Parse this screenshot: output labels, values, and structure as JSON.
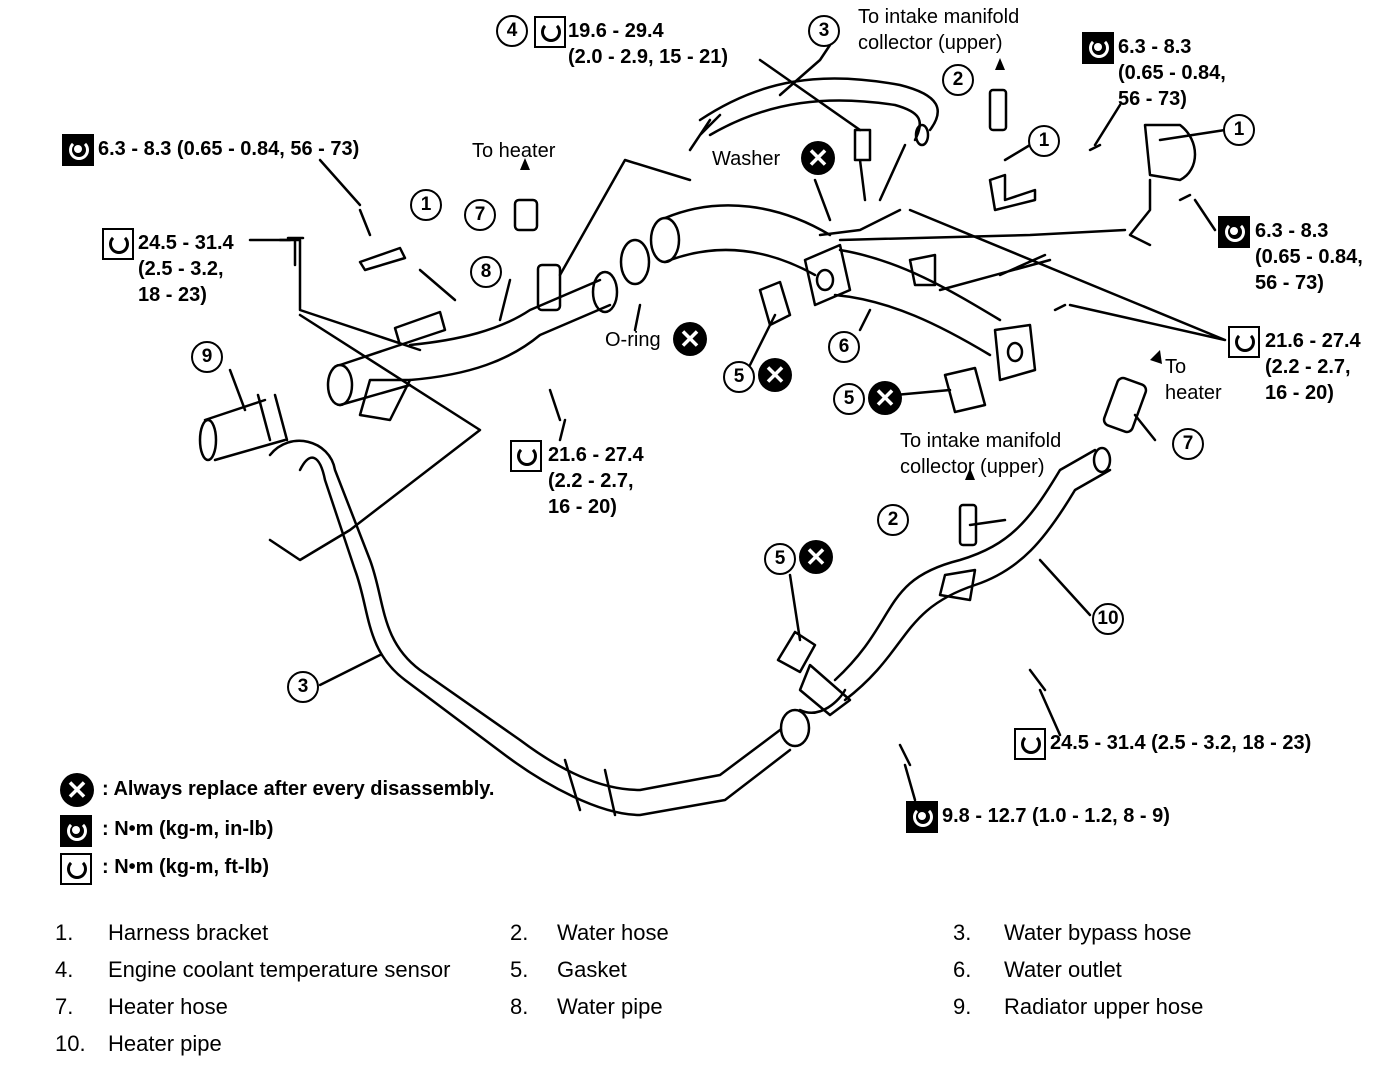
{
  "labels": {
    "t_sensor": "19.6 - 29.4\n(2.0 - 2.9, 15 - 21)",
    "t_top_left": "6.3 - 8.3 (0.65 - 0.84, 56 - 73)",
    "t_left_bolt": "24.5 - 31.4\n(2.5 - 3.2,\n18 - 23)",
    "t_top_right": "6.3 - 8.3\n(0.65 - 0.84,\n56 - 73)",
    "t_right_mid": "6.3 - 8.3\n(0.65 - 0.84,\n56 - 73)",
    "t_right_outlet": "21.6 - 27.4\n(2.2 - 2.7,\n16 - 20)",
    "t_center": "21.6 - 27.4\n(2.2 - 2.7,\n16 - 20)",
    "t_heater_pipe": "24.5 - 31.4 (2.5 - 3.2, 18 - 23)",
    "t_bottom": "9.8 - 12.7 (1.0 - 1.2, 8 - 9)",
    "to_intake_upper": "To intake manifold\ncollector (upper)",
    "to_intake_lower": "To intake manifold\ncollector (upper)",
    "to_heater_top": "To heater",
    "to_heater_right": "To\nheater",
    "washer": "Washer",
    "oring": "O-ring"
  },
  "callouts": {
    "n1": "1",
    "n2": "2",
    "n3": "3",
    "n4": "4",
    "n5": "5",
    "n6": "6",
    "n7": "7",
    "n8": "8",
    "n9": "9",
    "n10": "10",
    "x": "✕"
  },
  "legend": {
    "replace": ": Always replace after every disassembly.",
    "inlb": ":  N•m  (kg-m,  in-lb)",
    "ftlb": ":  N•m  (kg-m,  ft-lb)"
  },
  "parts": [
    {
      "num": "1.",
      "name": "Harness bracket"
    },
    {
      "num": "2.",
      "name": "Water hose"
    },
    {
      "num": "3.",
      "name": "Water bypass hose"
    },
    {
      "num": "4.",
      "name": "Engine coolant temperature sensor"
    },
    {
      "num": "5.",
      "name": "Gasket"
    },
    {
      "num": "6.",
      "name": "Water outlet"
    },
    {
      "num": "7.",
      "name": "Heater hose"
    },
    {
      "num": "8.",
      "name": "Water pipe"
    },
    {
      "num": "9.",
      "name": "Radiator upper hose"
    },
    {
      "num": "10.",
      "name": "Heater pipe"
    }
  ]
}
